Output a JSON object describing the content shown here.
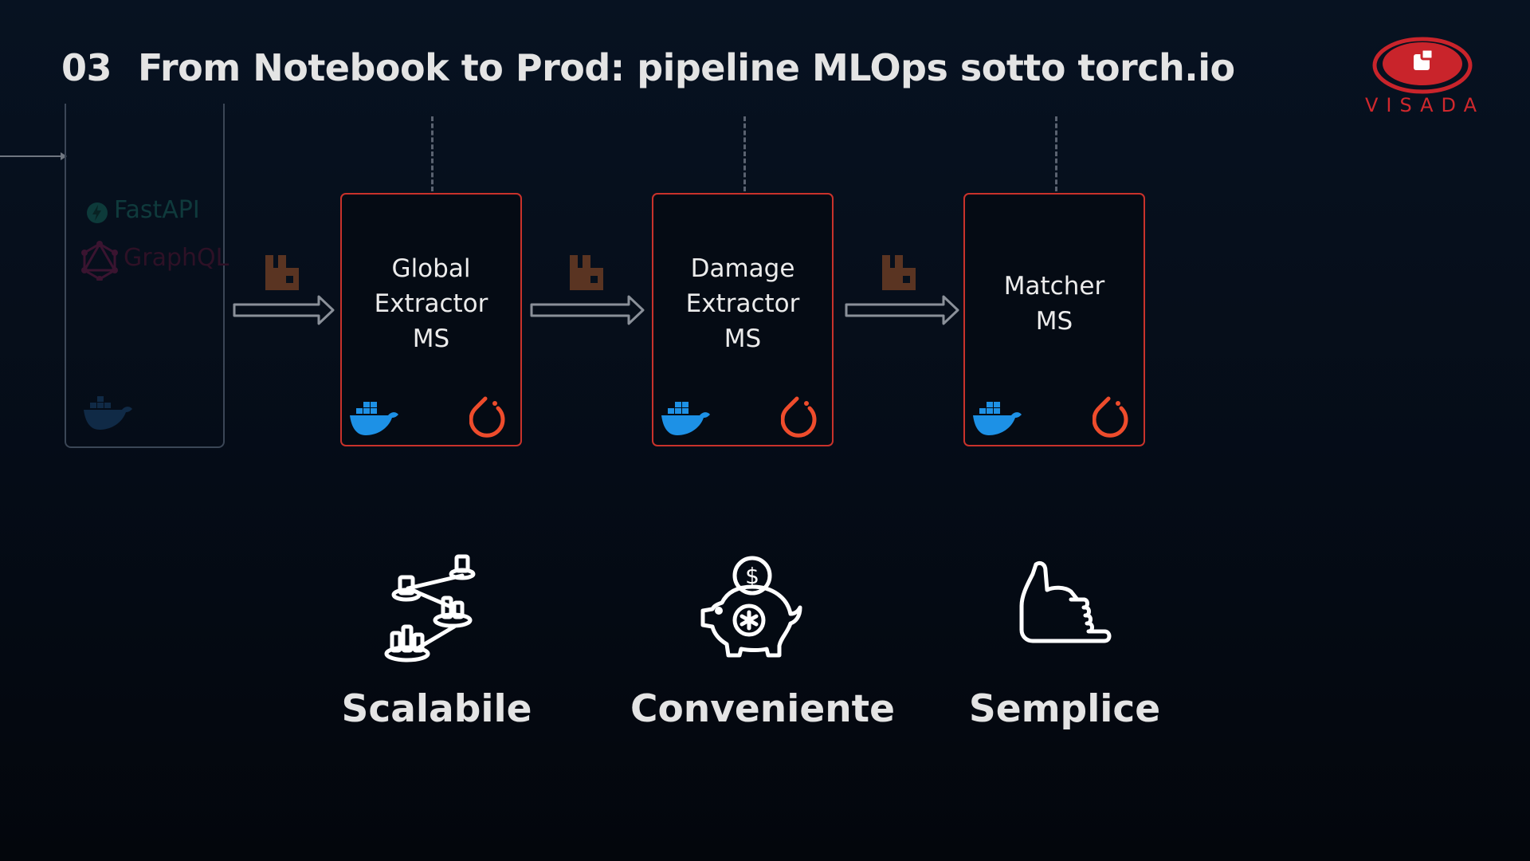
{
  "slide": {
    "number": "03",
    "title": "From Notebook to Prod: pipeline MLOps sotto torch.io"
  },
  "logo": {
    "text": "VISADA",
    "color": "#d0282d"
  },
  "ghost_service": {
    "labels": [
      "FastAPI",
      "GraphQL"
    ],
    "icons": [
      "fastapi-icon",
      "graphql-icon",
      "docker-icon"
    ]
  },
  "services": [
    {
      "label": "Global\nExtractor\nMS",
      "icons": [
        "docker-icon",
        "pytorch-icon"
      ]
    },
    {
      "label": "Damage\nExtractor\nMS",
      "icons": [
        "docker-icon",
        "pytorch-icon"
      ]
    },
    {
      "label": "Matcher\nMS",
      "icons": [
        "docker-icon",
        "pytorch-icon"
      ]
    }
  ],
  "features": [
    {
      "label": "Scalabile",
      "icon": "distributed-network-icon"
    },
    {
      "label": "Conveniente",
      "icon": "piggy-bank-icon"
    },
    {
      "label": "Semplice",
      "icon": "shaka-hand-icon"
    }
  ],
  "colors": {
    "accent_red": "#c9322b",
    "docker_blue": "#1d91e6",
    "pytorch_orange": "#ee4c2c",
    "queue_brown": "#5a3422"
  }
}
